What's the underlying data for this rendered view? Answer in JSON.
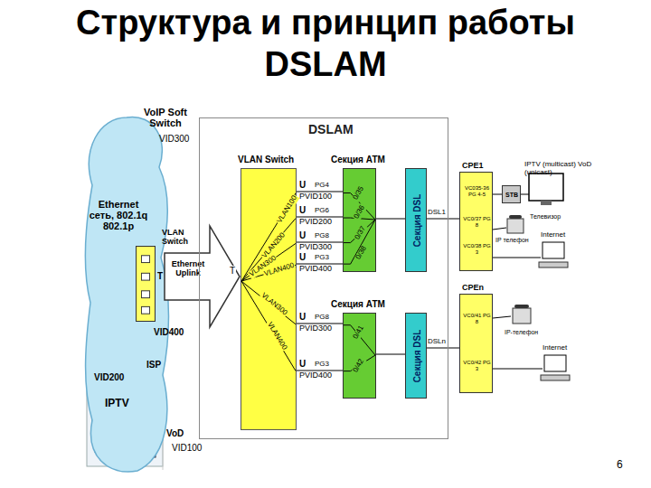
{
  "diagram": {
    "title": "Структура и принцип работы DSLAM",
    "nodes": [
      {
        "text": [
          "Ethernet сеть, 802.1q 802.1p"
        ]
      },
      {
        "text": [
          "VLAN Switch"
        ]
      },
      {
        "text": [
          "Ethernet Uplink"
        ]
      },
      {
        "text": [
          "DSLAM"
        ]
      },
      {
        "text": [
          "VLAN Switch"
        ],
        "in": 3
      },
      {
        "text": [
          "Секция АТМ"
        ],
        "in": 3
      },
      {
        "text": [
          "Секция DSL"
        ],
        "in": 3
      },
      {
        "text": [
          "Секция АТМ"
        ],
        "in": 3
      },
      {
        "text": [
          "Секция DSL"
        ],
        "in": 3
      },
      {
        "text": [
          "CPE1",
          "VC035-36 PG 4-5",
          "VC0/37 PG 8",
          "VC0/38 PG 3"
        ]
      },
      {
        "text": [
          "STB"
        ]
      },
      {
        "text": [
          "CPEn",
          "VC0/41 PG 8",
          "VC0/42 PG 3"
        ]
      }
    ],
    "edges": [
      {
        "from": 4,
        "to": 5,
        "arrow": "none"
      },
      {
        "from": 4,
        "to": 5,
        "arrow": "none"
      },
      {
        "from": 4,
        "to": 5,
        "arrow": "none"
      },
      {
        "from": 4,
        "to": 5,
        "arrow": "none"
      },
      {
        "from": 4,
        "to": 7,
        "arrow": "none"
      },
      {
        "from": 4,
        "to": 7,
        "arrow": "none"
      },
      {
        "from": 5,
        "to": 6,
        "arrow": "none"
      },
      {
        "from": 7,
        "to": 8,
        "arrow": "none"
      },
      {
        "from": 6,
        "to": 9,
        "label": "DSL1",
        "arrow": "none"
      },
      {
        "from": 8,
        "to": 11,
        "label": "DSLn",
        "arrow": "none"
      },
      {
        "from": 9,
        "to": 10,
        "arrow": "none"
      }
    ],
    "labels": [
      "VoIP Soft Switch",
      "VID300",
      "T",
      "VID400",
      "ISP",
      "VID200",
      "IPTV",
      "VoD",
      "VID100",
      "T",
      "VLAN100",
      "VLAN200",
      "VLAN300",
      "VLAN400",
      "VLAN300",
      "VLAN400",
      "U",
      "PG4",
      "PVID100",
      "U",
      "PG6",
      "PVID200",
      "U",
      "PG8",
      "PVID300",
      "U",
      "PG3",
      "PVID400",
      "U",
      "PG8",
      "PVID300",
      "U",
      "PG3",
      "PVID400",
      "0/35",
      "0/36",
      "0/37",
      "0/38",
      "0/41",
      "0/42",
      "IPTV (multicast) VoD (unicast)",
      "Телевизор",
      "IP телефон",
      "Internet",
      "IP-телефон",
      "Internet",
      "6"
    ]
  }
}
